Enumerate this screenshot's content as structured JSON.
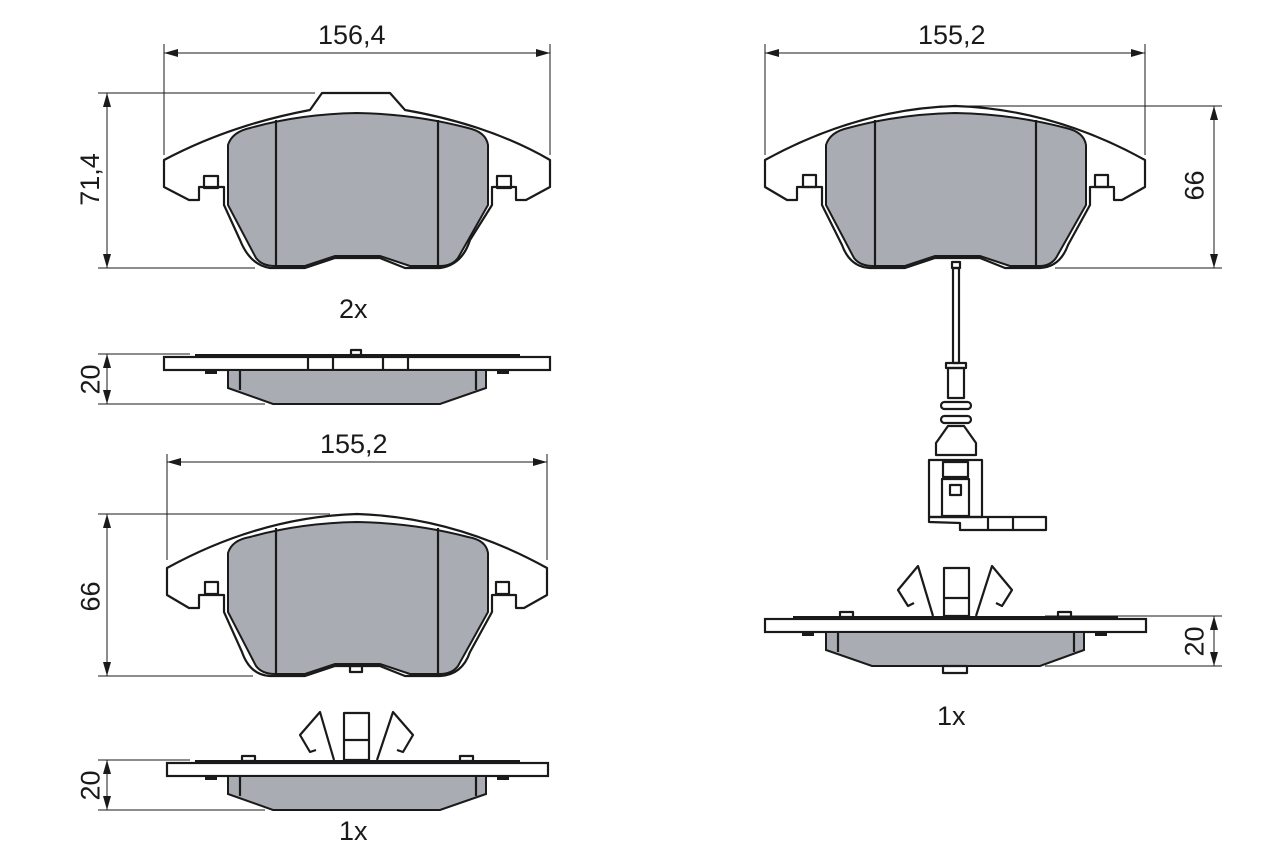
{
  "colors": {
    "pad_fill": "#a9adb3",
    "line": "#1a1a1a",
    "background": "#ffffff"
  },
  "views": {
    "top_left": {
      "width_dim": "156,4",
      "height_dim": "71,4",
      "quantity": "2x",
      "side_thickness_dim": "20"
    },
    "middle_left": {
      "width_dim": "155,2",
      "height_dim": "66",
      "quantity": "1x",
      "side_thickness_dim": "20"
    },
    "right": {
      "width_dim": "155,2",
      "height_dim": "66",
      "quantity": "1x",
      "side_thickness_dim": "20",
      "has_wear_sensor": true
    }
  }
}
